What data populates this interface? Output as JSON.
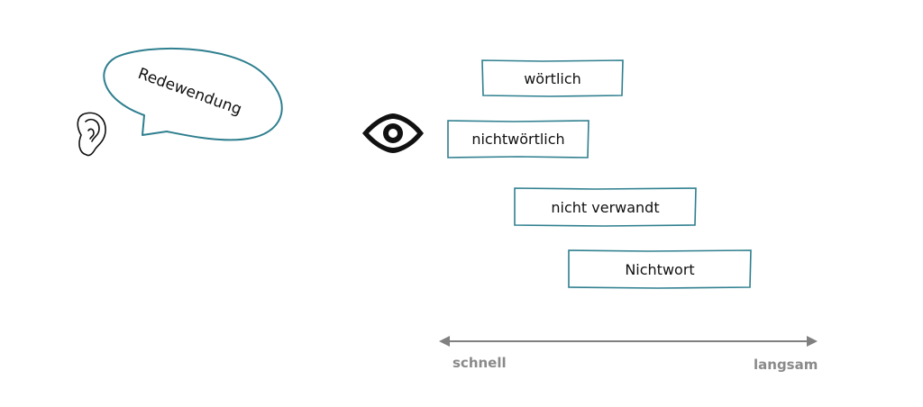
{
  "bubble": {
    "text": "Redewendung",
    "icon": "ear-icon"
  },
  "eye": {
    "icon": "eye-icon"
  },
  "boxes": [
    {
      "label": "wörtlich"
    },
    {
      "label": "nichtwörtlich"
    },
    {
      "label": "nicht verwandt"
    },
    {
      "label": "Nichtwort"
    }
  ],
  "axis": {
    "left_label": "schnell",
    "right_label": "langsam"
  },
  "colors": {
    "box_stroke": "#2f7f8f",
    "axis": "#808080",
    "text": "#111111"
  }
}
